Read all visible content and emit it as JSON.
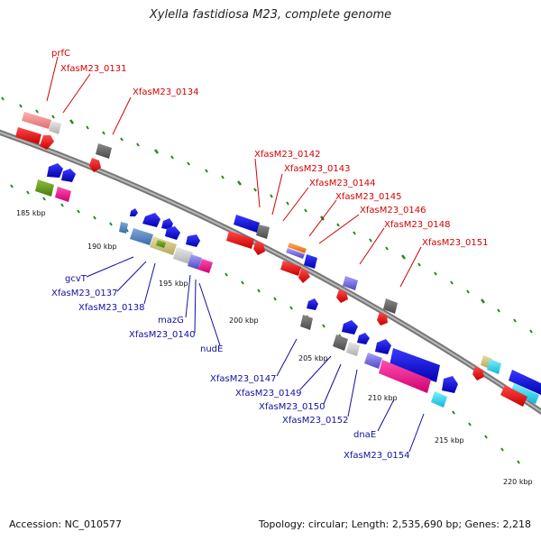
{
  "title": "Xylella fastidiosa M23, complete genome",
  "accession": "Accession: NC_010577",
  "topology": "Topology: circular; Length: 2,535,690 bp; Genes: 2,218",
  "colors": {
    "backbone": "#8a8a8a",
    "red_label": "#d40000",
    "blue_label": "#1010a0",
    "tick": "#1f8a1f"
  },
  "scale_labels": [
    "185 kbp",
    "190 kbp",
    "195 kbp",
    "200 kbp",
    "205 kbp",
    "210 kbp",
    "215 kbp",
    "220 kbp"
  ],
  "outer_gene_labels": [
    "prfC",
    "XfasM23_0131",
    "XfasM23_0134",
    "XfasM23_0142",
    "XfasM23_0143",
    "XfasM23_0144",
    "XfasM23_0145",
    "XfasM23_0146",
    "XfasM23_0148",
    "XfasM23_0151"
  ],
  "inner_gene_labels": [
    "gcvT",
    "XfasM23_0137",
    "XfasM23_0138",
    "mazG",
    "XfasM23_0140",
    "nudE",
    "XfasM23_0147",
    "XfasM23_0149",
    "XfasM23_0150",
    "XfasM23_0152",
    "dnaE",
    "XfasM23_0154"
  ]
}
